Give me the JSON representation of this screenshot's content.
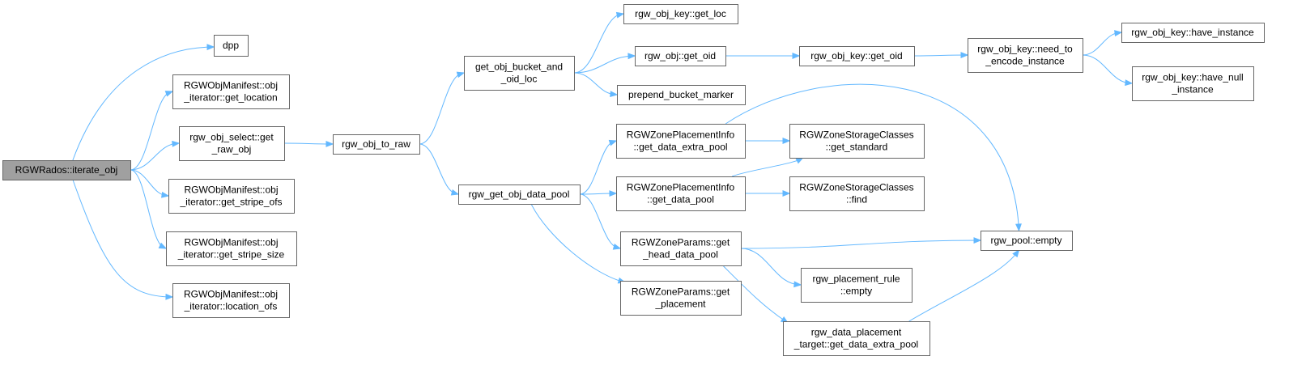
{
  "diagram": {
    "type": "call-graph",
    "colors": {
      "edge": "#63b8ff",
      "root_fill": "#a0a0a0",
      "node_fill": "#ffffff",
      "node_border": "#666666"
    },
    "nodes": [
      {
        "id": "iterate_obj",
        "lines": [
          "RGWRados::iterate_obj"
        ],
        "root": true
      },
      {
        "id": "dpp",
        "lines": [
          "dpp"
        ]
      },
      {
        "id": "get_location",
        "lines": [
          "RGWObjManifest::obj",
          "_iterator::get_location"
        ]
      },
      {
        "id": "get_raw_obj",
        "lines": [
          "rgw_obj_select::get",
          "_raw_obj"
        ]
      },
      {
        "id": "get_stripe_ofs",
        "lines": [
          "RGWObjManifest::obj",
          "_iterator::get_stripe_ofs"
        ]
      },
      {
        "id": "get_stripe_size",
        "lines": [
          "RGWObjManifest::obj",
          "_iterator::get_stripe_size"
        ]
      },
      {
        "id": "location_ofs",
        "lines": [
          "RGWObjManifest::obj",
          "_iterator::location_ofs"
        ]
      },
      {
        "id": "obj_to_raw",
        "lines": [
          "rgw_obj_to_raw"
        ]
      },
      {
        "id": "bucket_oid",
        "lines": [
          "get_obj_bucket_and",
          "_oid_loc"
        ]
      },
      {
        "id": "data_pool",
        "lines": [
          "rgw_get_obj_data_pool"
        ]
      },
      {
        "id": "key_get_loc",
        "lines": [
          "rgw_obj_key::get_loc"
        ]
      },
      {
        "id": "obj_get_oid",
        "lines": [
          "rgw_obj::get_oid"
        ]
      },
      {
        "id": "prepend",
        "lines": [
          "prepend_bucket_marker"
        ]
      },
      {
        "id": "zpi_extra",
        "lines": [
          "RGWZonePlacementInfo",
          "::get_data_extra_pool"
        ]
      },
      {
        "id": "zpi_data",
        "lines": [
          "RGWZonePlacementInfo",
          "::get_data_pool"
        ]
      },
      {
        "id": "zp_head",
        "lines": [
          "RGWZoneParams::get",
          "_head_data_pool"
        ]
      },
      {
        "id": "zp_placement",
        "lines": [
          "RGWZoneParams::get",
          "_placement"
        ]
      },
      {
        "id": "key_get_oid",
        "lines": [
          "rgw_obj_key::get_oid"
        ]
      },
      {
        "id": "zsc_standard",
        "lines": [
          "RGWZoneStorageClasses",
          "::get_standard"
        ]
      },
      {
        "id": "zsc_find",
        "lines": [
          "RGWZoneStorageClasses",
          "::find"
        ]
      },
      {
        "id": "pool_empty",
        "lines": [
          "rgw_pool::empty"
        ]
      },
      {
        "id": "rule_empty",
        "lines": [
          "rgw_placement_rule",
          "::empty"
        ]
      },
      {
        "id": "dpt_extra",
        "lines": [
          "rgw_data_placement",
          "_target::get_data_extra_pool"
        ]
      },
      {
        "id": "need_encode",
        "lines": [
          "rgw_obj_key::need_to",
          "_encode_instance"
        ]
      },
      {
        "id": "have_instance",
        "lines": [
          "rgw_obj_key::have_instance"
        ]
      },
      {
        "id": "have_null",
        "lines": [
          "rgw_obj_key::have_null",
          "_instance"
        ]
      }
    ],
    "edges": [
      [
        "iterate_obj",
        "dpp"
      ],
      [
        "iterate_obj",
        "get_location"
      ],
      [
        "iterate_obj",
        "get_raw_obj"
      ],
      [
        "iterate_obj",
        "get_stripe_ofs"
      ],
      [
        "iterate_obj",
        "get_stripe_size"
      ],
      [
        "iterate_obj",
        "location_ofs"
      ],
      [
        "get_raw_obj",
        "obj_to_raw"
      ],
      [
        "obj_to_raw",
        "bucket_oid"
      ],
      [
        "obj_to_raw",
        "data_pool"
      ],
      [
        "bucket_oid",
        "key_get_loc"
      ],
      [
        "bucket_oid",
        "obj_get_oid"
      ],
      [
        "bucket_oid",
        "prepend"
      ],
      [
        "obj_get_oid",
        "key_get_oid"
      ],
      [
        "key_get_oid",
        "need_encode"
      ],
      [
        "need_encode",
        "have_instance"
      ],
      [
        "need_encode",
        "have_null"
      ],
      [
        "data_pool",
        "zpi_extra"
      ],
      [
        "data_pool",
        "zpi_data"
      ],
      [
        "data_pool",
        "zp_head"
      ],
      [
        "data_pool",
        "zp_placement"
      ],
      [
        "zpi_extra",
        "zsc_standard"
      ],
      [
        "zpi_extra",
        "pool_empty"
      ],
      [
        "zpi_data",
        "zsc_standard"
      ],
      [
        "zpi_data",
        "zsc_find"
      ],
      [
        "zp_head",
        "pool_empty"
      ],
      [
        "zp_head",
        "rule_empty"
      ],
      [
        "zp_head",
        "dpt_extra"
      ],
      [
        "dpt_extra",
        "pool_empty"
      ]
    ]
  }
}
